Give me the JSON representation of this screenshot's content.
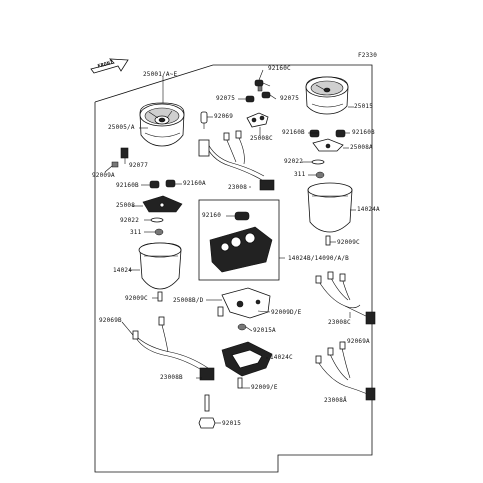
{
  "diagram": {
    "code": "F2330",
    "front_label": "FRONT",
    "parts": {
      "p25001": "25001/A~E",
      "p92160C": "92160C",
      "p92075a": "92075",
      "p92075b": "92075",
      "p25015": "25015",
      "p25005A": "25005/A",
      "p92069": "92069",
      "p25008C": "25008C",
      "p92160B_r": "92160B",
      "p92160B_r2": "92160B",
      "p25008A": "25008A",
      "p92077": "92077",
      "p92009A": "92009A",
      "p92022_r": "92022",
      "p311_r": "311",
      "p23008": "23008",
      "p92160B_l": "92160B",
      "p92160A": "92160A",
      "p25008": "25008",
      "p14024A": "14024A",
      "p92160": "92160",
      "p92022_l": "92022",
      "p311_l": "311",
      "p92009C_r": "92009C",
      "p14024B": "14024B/14090/A/B",
      "p14024": "14024",
      "p92009C_l": "92009C",
      "p25008B": "25008B/D",
      "p92009D": "92009D/E",
      "p23008C": "23008C",
      "p92069B": "92069B",
      "p92015A": "92015A",
      "p92069A": "92069A",
      "p14024C": "14024C",
      "p23008B": "23008B",
      "p92009E": "92009/E",
      "p23008A": "23008A",
      "p92015": "92015"
    }
  }
}
